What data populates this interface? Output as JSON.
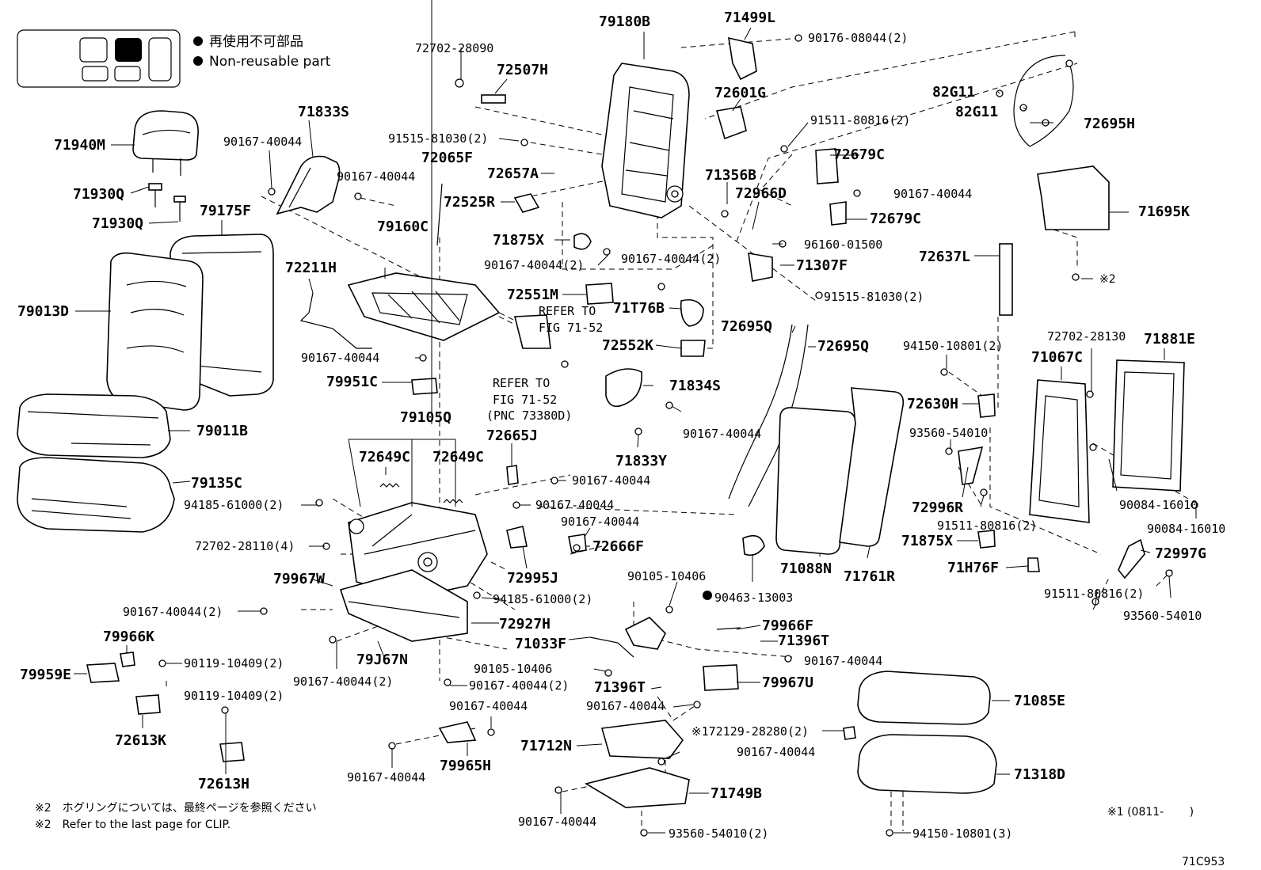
{
  "legend": {
    "line1": "再使用不可部品",
    "line2": "Non-reusable part"
  },
  "labels": {
    "p79180B": "79180B",
    "p71499L": "71499L",
    "p90176": "90176-08044(2)",
    "p72702_28090": "72702-28090",
    "p72507H": "72507H",
    "p71833S": "71833S",
    "p71940M": "71940M",
    "p90167_a": "90167-40044",
    "p90167_b": "90167-40044",
    "p91515_a": "91515-81030(2)",
    "p72065F": "72065F",
    "p72601G": "72601G",
    "p91511_a": "91511-80816(2)",
    "p82G11_a": "82G11",
    "p82G11_b": "82G11",
    "p72695H": "72695H",
    "p71930Q_a": "71930Q",
    "p71930Q_b": "71930Q",
    "p79175F": "79175F",
    "p72657A": "72657A",
    "p72525R": "72525R",
    "p71356B": "71356B",
    "p72966D": "72966D",
    "p72679C_a": "72679C",
    "p72679C_b": "72679C",
    "p90167_c": "90167-40044",
    "p71695K": "71695K",
    "p79160C": "79160C",
    "p71875X_a": "71875X",
    "p90167_d": "90167-40044(2)",
    "p96160": "96160-01500",
    "p72211H": "72211H",
    "p90167_e": "90167-40044(2)",
    "p71307F": "71307F",
    "p72637L": "72637L",
    "p79013D": "79013D",
    "p72551M": "72551M",
    "ref1a": "REFER TO",
    "ref1b": "FIG 71-52",
    "p71T76B": "71T76B",
    "p91515_b": "91515-81030(2)",
    "clip2": "※2",
    "p72695Q_a": "72695Q",
    "p72695Q_b": "72695Q",
    "p72552K": "72552K",
    "p94150_a": "94150-10801(2)",
    "p72702_28130": "72702-28130",
    "p71881E": "71881E",
    "p71067C": "71067C",
    "p90167_f": "90167-40044",
    "p79951C": "79951C",
    "ref2a": "REFER TO",
    "ref2b": "FIG 71-52",
    "ref2c": "(PNC 73380D)",
    "p71834S": "71834S",
    "p79011B": "79011B",
    "p72630H": "72630H",
    "p90167_g": "90167-40044",
    "p93560_a": "93560-54010",
    "p79105Q": "79105Q",
    "p72665J": "72665J",
    "p71833Y": "71833Y",
    "p72649C_a": "72649C",
    "p72649C_b": "72649C",
    "p90167_h": "90167-40044",
    "p79135C": "79135C",
    "p94185_a": "94185-61000(2)",
    "p90167_i": "90167-40044",
    "p72996R": "72996R",
    "p90084_a": "90084-16010",
    "p90167_j": "90167-40044",
    "p91511_b": "91511-80816(2)",
    "p90084_b": "90084-16010",
    "p72702_28110": "72702-28110(4)",
    "p72666F": "72666F",
    "p71875X_b": "71875X",
    "p72997G": "72997G",
    "p79967W": "79967W",
    "p72995J": "72995J",
    "p90105_a": "90105-10406",
    "p71088N": "71088N",
    "p71761R": "71761R",
    "p71H76F": "71H76F",
    "p94185_b": "94185-61000(2)",
    "p90463": "90463-13003",
    "p91511_c": "91511-80816(2)",
    "p90167_k": "90167-40044(2)",
    "p72927H": "72927H",
    "p79966F": "79966F",
    "p93560_b": "93560-54010",
    "p79966K": "79966K",
    "p71033F": "71033F",
    "p71396T_a": "71396T",
    "p79J67N": "79J67N",
    "p90119_a": "90119-10409(2)",
    "p90167_l": "90167-40044",
    "p79959E": "79959E",
    "p90167_m": "90167-40044(2)",
    "p90105_b": "90105-10406",
    "p90167_n": "90167-40044(2)",
    "p79967U": "79967U",
    "p71396T_b": "71396T",
    "p90119_b": "90119-10409(2)",
    "p90167_o": "90167-40044",
    "p71085E": "71085E",
    "p90167_p": "90167-40044",
    "p72613K": "72613K",
    "p172129": "※172129-28280(2)",
    "p71712N": "71712N",
    "p90167_q": "90167-40044",
    "p71318D": "71318D",
    "p79965H": "79965H",
    "p90167_r": "90167-40044",
    "p72613H": "72613H",
    "p71749B": "71749B",
    "p90167_s": "90167-40044",
    "p93560_c": "93560-54010(2)",
    "p94150_b": "94150-10801(3)",
    "note1": "※2　ホグリングについては、最終ページを参照ください",
    "note2": "※2　Refer to the last page for CLIP.",
    "foot1": "※1 (0811-　　 )",
    "figno": "71C953"
  }
}
